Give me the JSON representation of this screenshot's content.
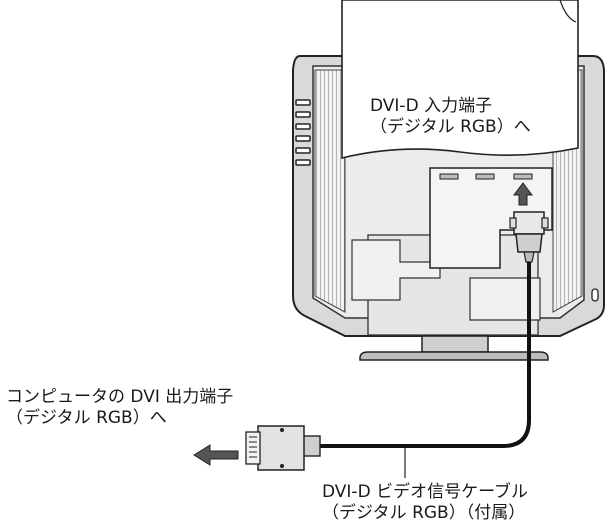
{
  "monitor_input_label": {
    "line1": "DVI-D 入力端子",
    "line2": "（デジタル RGB）へ"
  },
  "pc_output_label": {
    "line1": "コンピュータの DVI 出力端子",
    "line2": "（デジタル RGB）へ"
  },
  "cable_label": {
    "line1": "DVI-D ビデオ信号ケーブル",
    "line2": "（デジタル RGB）（付属）"
  }
}
